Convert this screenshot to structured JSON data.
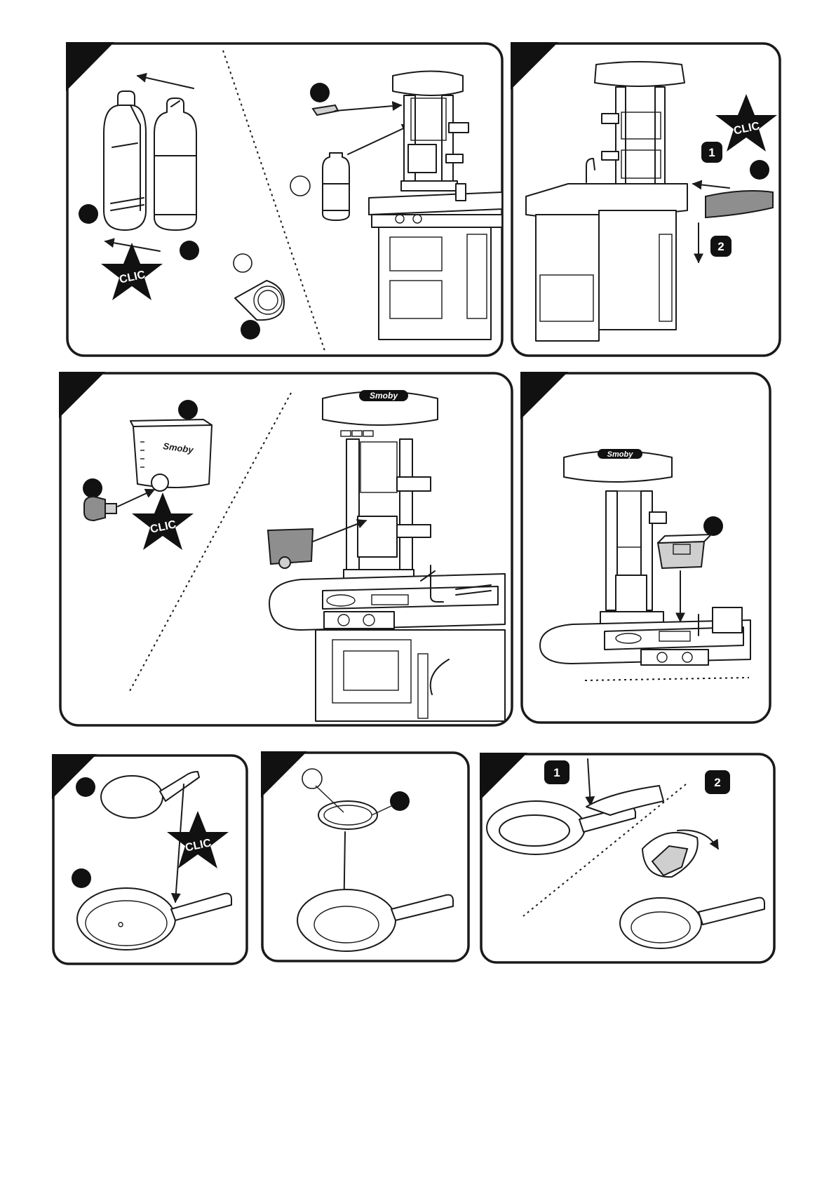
{
  "labels": {
    "clic": "CLIC",
    "step_one": "1",
    "step_two": "2",
    "brand": "Smoby"
  },
  "colors": {
    "ink": "#1a1a1a",
    "light_gray": "#cfcfcf",
    "dark_gray": "#8e8e8e",
    "paper": "#ffffff"
  },
  "icons": {
    "callout_filled": "filled-circle-icon",
    "callout_open": "open-circle-icon",
    "clic_star": "star-burst-icon",
    "step_badge": "rounded-square-number-icon",
    "direction_arrow": "arrow-icon"
  }
}
